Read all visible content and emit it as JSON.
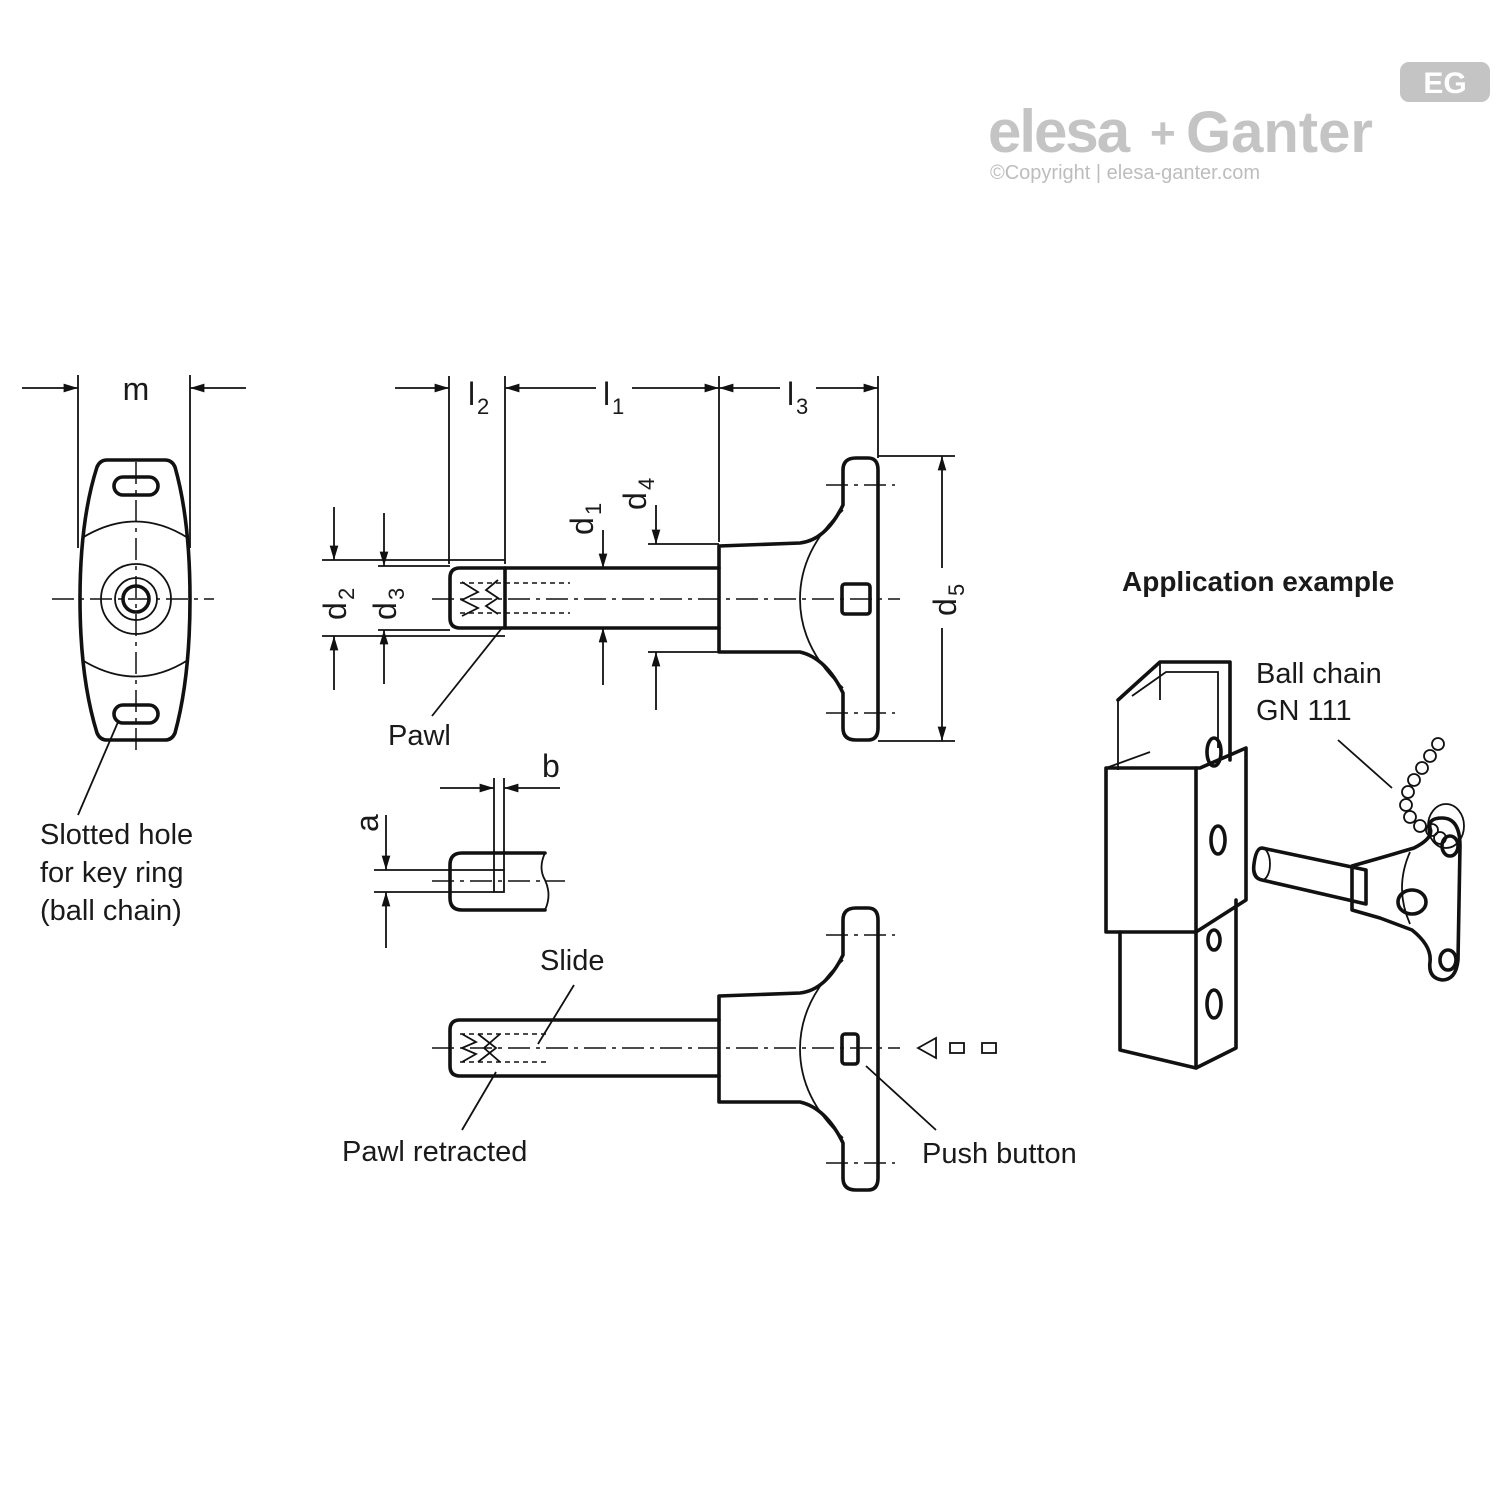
{
  "brand": {
    "logo_left": "elesa",
    "logo_plus": "+",
    "logo_right": "Ganter",
    "badge": "EG",
    "copyright": "©Copyright | elesa-ganter.com"
  },
  "dimensions": {
    "m": "m",
    "l2": "l",
    "l2_sub": "2",
    "l1": "l",
    "l1_sub": "1",
    "l3": "l",
    "l3_sub": "3",
    "d1": "d",
    "d1_sub": "1",
    "d2": "d",
    "d2_sub": "2",
    "d3": "d",
    "d3_sub": "3",
    "d4": "d",
    "d4_sub": "4",
    "d5": "d",
    "d5_sub": "5",
    "a": "a",
    "b": "b"
  },
  "labels": {
    "pawl": "Pawl",
    "slotted_hole_1": "Slotted hole",
    "slotted_hole_2": "for key ring",
    "slotted_hole_3": "(ball chain)",
    "slide": "Slide",
    "pawl_retracted": "Pawl retracted",
    "push_button": "Push button",
    "application_example": "Application example",
    "ball_chain_1": "Ball chain",
    "ball_chain_2": "GN 111"
  }
}
